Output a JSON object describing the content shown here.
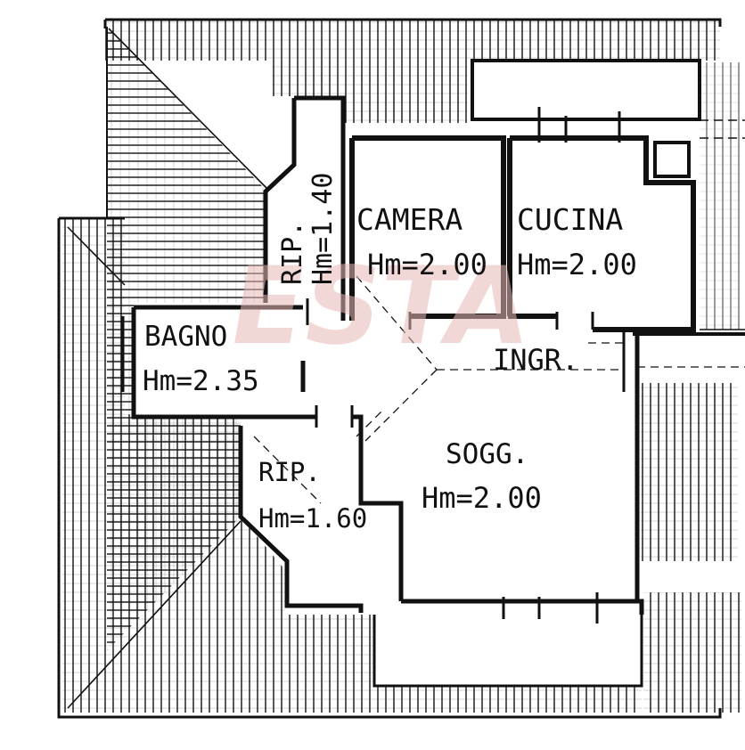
{
  "rooms": {
    "camera": {
      "name": "CAMERA",
      "height": "Hm=2.00"
    },
    "cucina": {
      "name": "CUCINA",
      "height": "Hm=2.00"
    },
    "bagno": {
      "name": "BAGNO",
      "height": "Hm=2.35"
    },
    "ingresso": {
      "name": "INGR."
    },
    "soggiorno": {
      "name": "SOGG.",
      "height": "Hm=2.00"
    },
    "rip_top": {
      "name": "RIP.",
      "height": "Hm=1.40"
    },
    "rip_bottom": {
      "name": "RIP.",
      "height": "Hm=1.60"
    }
  },
  "watermark": {
    "text": "ESTA",
    "color": "#e8b8b8"
  },
  "colors": {
    "ink": "#111111",
    "paper": "#ffffff"
  }
}
